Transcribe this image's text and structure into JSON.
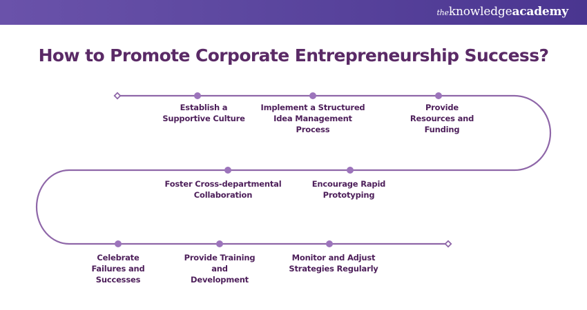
{
  "header": {
    "logo_the": "the",
    "logo_knowledge": "knowledge",
    "logo_academy": "academy"
  },
  "title": "How to Promote Corporate Entrepreneurship Success?",
  "colors": {
    "header_start": "#6a52aa",
    "header_end": "#4a3590",
    "title": "#5a2a66",
    "step_text": "#4d1f5a",
    "line": "#8e66a8",
    "dot": "#9c74bb"
  },
  "steps": [
    {
      "label_line1": "Establish a",
      "label_line2": "Supportive Culture",
      "label_line3": ""
    },
    {
      "label_line1": "Implement a Structured",
      "label_line2": "Idea Management",
      "label_line3": "Process"
    },
    {
      "label_line1": "Provide",
      "label_line2": "Resources and",
      "label_line3": "Funding"
    },
    {
      "label_line1": "Foster Cross-departmental",
      "label_line2": "Collaboration",
      "label_line3": ""
    },
    {
      "label_line1": "Encourage Rapid",
      "label_line2": "Prototyping",
      "label_line3": ""
    },
    {
      "label_line1": "Celebrate",
      "label_line2": "Failures and",
      "label_line3": "Successes"
    },
    {
      "label_line1": "Provide Training",
      "label_line2": "and",
      "label_line3": "Development"
    },
    {
      "label_line1": "Monitor and Adjust",
      "label_line2": "Strategies Regularly",
      "label_line3": ""
    }
  ]
}
